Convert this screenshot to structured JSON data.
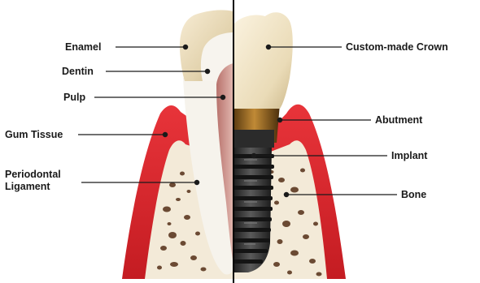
{
  "left_labels": {
    "enamel": "Enamel",
    "dentin": "Dentin",
    "pulp": "Pulp",
    "gum_tissue": "Gum Tissue",
    "periodontal_line1": "Periodontal",
    "periodontal_line2": "Ligament"
  },
  "right_labels": {
    "crown": "Custom-made Crown",
    "abutment": "Abutment",
    "implant": "Implant",
    "bone": "Bone"
  },
  "colors": {
    "gum": "#d8232a",
    "gum_dark": "#b01218",
    "bone": "#f3ead8",
    "bone_pore": "#6b4a33",
    "enamel": "#efe3c8",
    "dentin": "#f6f3ec",
    "pulp": "#c98b86",
    "implant_metal": "#3a3a3a",
    "abutment_gold": "#b07a2a",
    "divider": "#000000"
  }
}
